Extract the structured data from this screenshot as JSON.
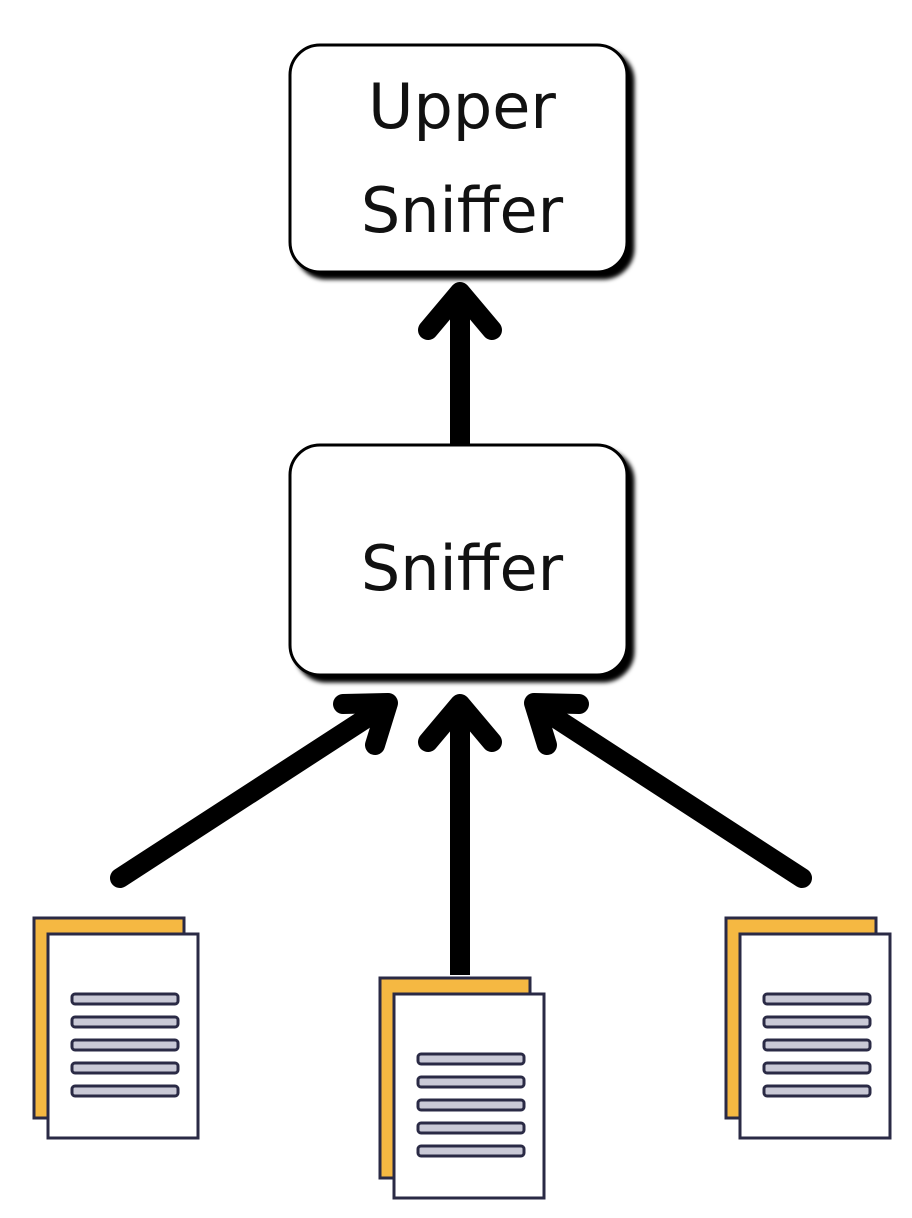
{
  "nodes": {
    "upper": {
      "line1": "Upper",
      "line2": "Sniffer"
    },
    "middle": {
      "label": "Sniffer"
    }
  },
  "colors": {
    "stroke": "#000000",
    "box_fill": "#ffffff",
    "doc_back_fill": "#f5b842",
    "doc_front_fill": "#ffffff",
    "doc_border": "#2a2a45",
    "doc_line_fill": "#c9c9d6",
    "doc_line_border": "#2a2a45"
  },
  "icons": {
    "documents": [
      "document-stack-icon",
      "document-stack-icon",
      "document-stack-icon"
    ],
    "arrowheads": "arrow-up-icon"
  }
}
